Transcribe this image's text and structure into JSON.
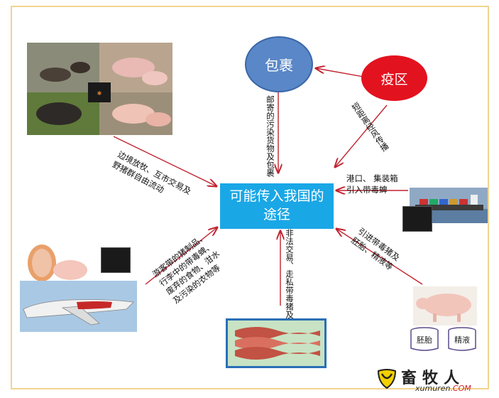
{
  "center": {
    "line1": "可能传入我国的",
    "line2": "途径"
  },
  "sources": {
    "parcel": "包裹",
    "epidemic_zone": "疫区"
  },
  "labels": {
    "parcel_to_center": "邮寄的污染货物及包裹",
    "zone_to_center": "短距离经风传播",
    "border": [
      "边境放牧、互市交易及",
      "野猪群自由流动"
    ],
    "port": [
      "港口、 集装箱",
      "引入带毒蜱"
    ],
    "travelers": [
      "游客带的猪制品、",
      "行李中的带毒蜱、",
      "废弃的食物、泔水",
      "及污染的衣物等"
    ],
    "smuggling": "非法交易、走私带毒猪及其产品",
    "import": [
      "引进带毒猪及",
      "胚胎、精液等"
    ]
  },
  "containers": {
    "embryo": "胚胎",
    "semen": "精液"
  },
  "brand": {
    "name": "畜牧人",
    "url_main": "xumuren",
    "url_tld": ".COM"
  },
  "colors": {
    "center": "#1aa7e6",
    "parcel": "#5a87c7",
    "zone": "#e3121f",
    "arrow": "#c0222e",
    "frame": "#f1d48f"
  }
}
